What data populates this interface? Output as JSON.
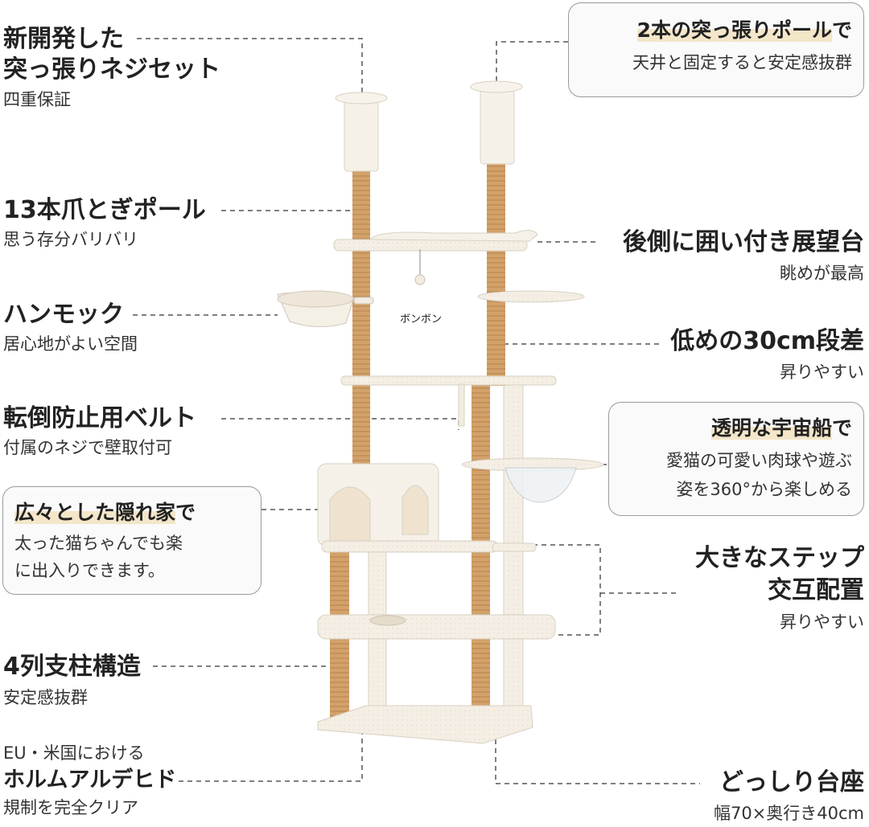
{
  "features": {
    "screw": {
      "title_line1": "新開発した",
      "title_line2": "突っ張りネジセット",
      "sub": "四重保証"
    },
    "pole": {
      "title": "13本爪とぎポール",
      "sub": "思う存分バリバリ"
    },
    "hammock": {
      "title": "ハンモック",
      "sub": "居心地がよい空間"
    },
    "belt": {
      "title": "転倒防止用ベルト",
      "sub": "付属のネジで壁取付可"
    },
    "house": {
      "title_highlight": "広々とした隠れ家",
      "title_suffix": "で",
      "line1": "太った猫ちゃんでも楽",
      "line2": "に出入りできます。"
    },
    "pillar": {
      "title": "4列支柱構造",
      "sub": "安定感抜群"
    },
    "eu": {
      "line1": "EU・米国における",
      "title": "ホルムアルデヒド",
      "line3": "規制を完全クリア"
    },
    "tension": {
      "title_highlight": "2本の突っ張りポール",
      "title_suffix": "で",
      "sub": "天井と固定すると安定感抜群"
    },
    "lookout": {
      "title": "後側に囲い付き展望台",
      "sub": "眺めが最高"
    },
    "step": {
      "title": "低めの30cm段差",
      "sub": "昇りやすい"
    },
    "capsule": {
      "title_highlight": "透明な宇宙船",
      "title_suffix": "で",
      "line1": "愛猫の可愛い肉球や遊ぶ",
      "line2": "姿を360°から楽しめる"
    },
    "bigstep": {
      "title_line1": "大きなステップ",
      "title_line2": "交互配置",
      "sub": "昇りやすい"
    },
    "base": {
      "title": "どっしり台座",
      "sub": "幅70×奥行き40cm"
    }
  },
  "product_label": "ボンボン",
  "colors": {
    "sisal": "#d3a26a",
    "plush": "#f3ede2",
    "highlight": "#f4e6c9",
    "border": "#9a9a9a"
  }
}
